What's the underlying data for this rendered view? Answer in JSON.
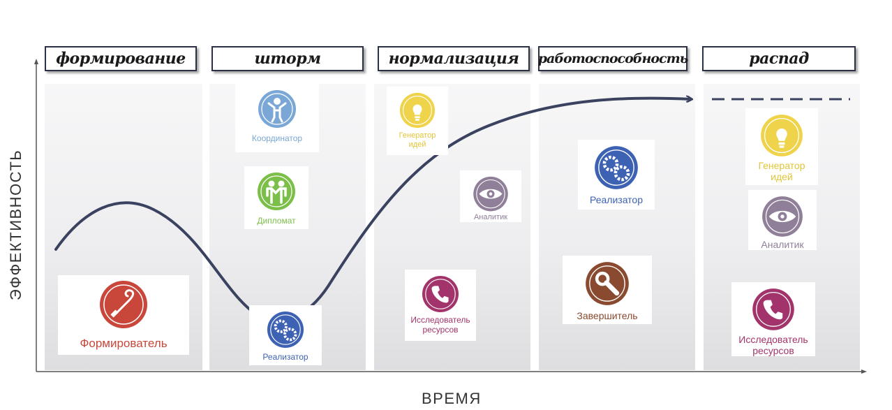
{
  "axes": {
    "y_label": "ЭФФЕКТИВНОСТЬ",
    "x_label": "ВРЕМЯ"
  },
  "phases": [
    {
      "label": "формирование"
    },
    {
      "label": "шторм"
    },
    {
      "label": "нормализация"
    },
    {
      "label": "работоспособность"
    },
    {
      "label": "распад"
    }
  ],
  "roles": {
    "formovatel": {
      "label": "Формирователь",
      "color": "#c8473a",
      "icon": "hook-icon"
    },
    "koordinator": {
      "label": "Координатор",
      "color": "#7aa7d6",
      "icon": "person-icon"
    },
    "diplomat": {
      "label": "Дипломат",
      "color": "#7cbf48",
      "icon": "people-icon"
    },
    "realizator": {
      "label": "Реализатор",
      "color": "#3d62b3",
      "icon": "gears-icon"
    },
    "generator": {
      "label1": "Генератор",
      "label2": "идей",
      "color": "#efd34a",
      "icon": "lightbulb-icon"
    },
    "analitik": {
      "label": "Аналитик",
      "color": "#8f7f99",
      "icon": "eye-icon"
    },
    "issledovatel": {
      "label1": "Исследователь",
      "label2": "ресурсов",
      "color": "#a3346b",
      "icon": "phone-icon"
    },
    "zavershitel": {
      "label": "Завершитель",
      "color": "#8a4a2f",
      "icon": "wrench-icon"
    }
  }
}
